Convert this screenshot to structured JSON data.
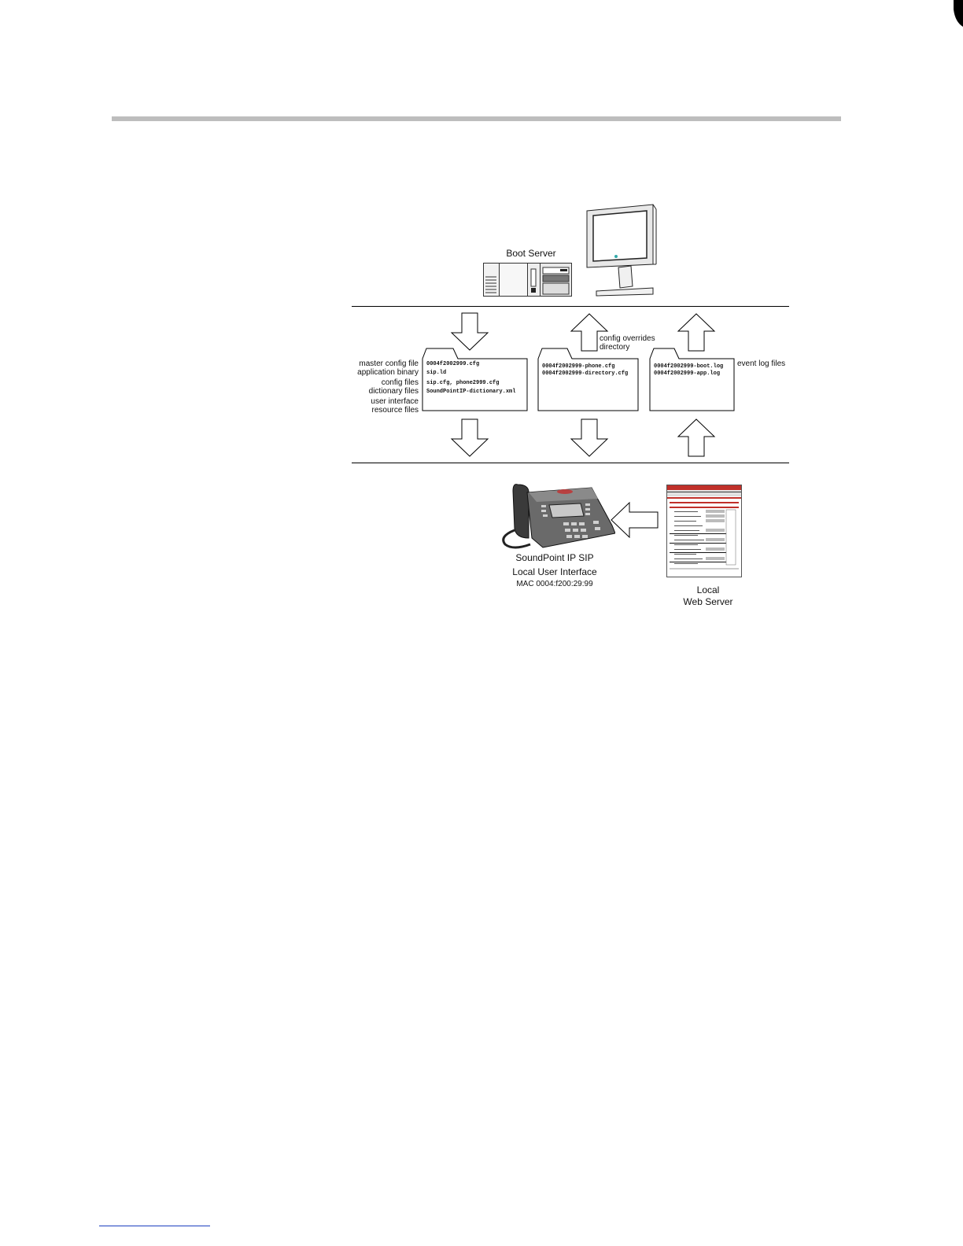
{
  "diagram": {
    "boot_server_label": "Boot Server",
    "config_upload_label_1": "config overrides",
    "config_upload_label_2": "directory",
    "event_log_label": "event log files",
    "file_type_labels": [
      "master config file",
      "application binary",
      "config files",
      "dictionary files",
      "user interface",
      "resource files"
    ],
    "folder1_files": [
      "0004f2002999.cfg",
      "sip.ld",
      "sip.cfg, phone2999.cfg",
      "SoundPointIP-dictionary.xml"
    ],
    "folder2_files": [
      "0004f2002999-phone.cfg",
      "0004f2002999-directory.cfg"
    ],
    "folder3_files": [
      "0004f2002999-boot.log",
      "0004f2002999-app.log"
    ],
    "phone_label_1": "SoundPoint IP SIP",
    "phone_label_2": "Local User Interface",
    "phone_label_3": "MAC 0004:f200:29:99",
    "web_label_1": "Local",
    "web_label_2": "Web Server"
  },
  "colors": {
    "header_rule": "#bdbdbd",
    "web_accent": "#c0302a",
    "link": "#1b3fbf"
  }
}
